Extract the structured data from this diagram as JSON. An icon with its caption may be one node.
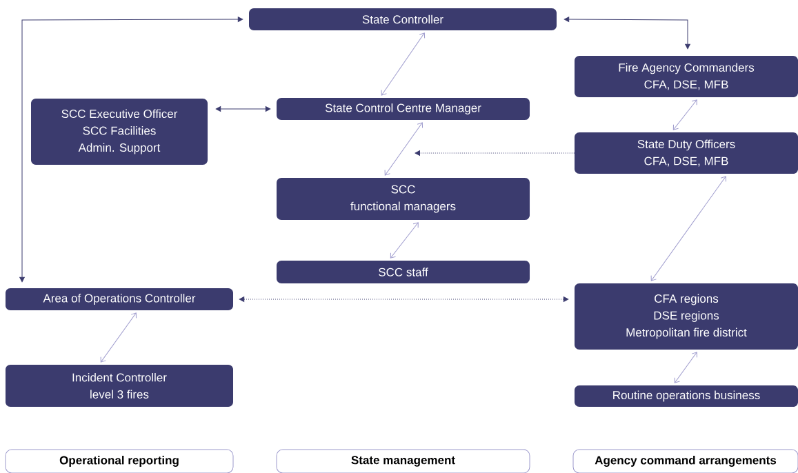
{
  "diagram": {
    "nodes": [
      {
        "text": [
          "State Controller"
        ]
      },
      {
        "text": [
          "SCC Executive Officer",
          "SCC Facilities",
          "Admin. Support"
        ]
      },
      {
        "text": [
          "State Control Centre Manager"
        ]
      },
      {
        "text": [
          "Fire Agency Commanders",
          "CFA, DSE, MFB"
        ]
      },
      {
        "text": [
          "State Duty Officers",
          "CFA, DSE, MFB"
        ]
      },
      {
        "text": [
          "SCC",
          "functional managers"
        ]
      },
      {
        "text": [
          "SCC staff"
        ]
      },
      {
        "text": [
          "Area of Operations Controller"
        ]
      },
      {
        "text": [
          "CFA regions",
          "DSE regions",
          "Metropolitan fire district"
        ]
      },
      {
        "text": [
          "Incident Controller",
          "level 3 fires"
        ]
      },
      {
        "text": [
          "Routine operations business"
        ]
      },
      {
        "text": [
          "Operational reporting"
        ]
      },
      {
        "text": [
          "State management"
        ]
      },
      {
        "text": [
          "Agency command arrangements"
        ]
      }
    ],
    "edges": [
      {
        "from": 0,
        "to": 7,
        "arrow": "both",
        "color": "#3b3b6e"
      },
      {
        "from": 0,
        "to": 3,
        "arrow": "both",
        "color": "#3b3b6e"
      },
      {
        "from": 0,
        "to": 2,
        "arrow": "both"
      },
      {
        "from": 1,
        "to": 2,
        "arrow": "both",
        "color": "#3b3b6e"
      },
      {
        "from": 2,
        "to": 5,
        "arrow": "both"
      },
      {
        "from": 4,
        "to": null,
        "arrow": "to",
        "style": "dashed",
        "color": "#3b3b6e"
      },
      {
        "from": 5,
        "to": 6,
        "arrow": "both"
      },
      {
        "from": 7,
        "to": 8,
        "arrow": "both",
        "style": "dashed",
        "color": "#3b3b6e"
      },
      {
        "from": 7,
        "to": 9,
        "arrow": "both"
      },
      {
        "from": 3,
        "to": 4,
        "arrow": "both"
      },
      {
        "from": 4,
        "to": 8,
        "arrow": "both"
      },
      {
        "from": 8,
        "to": 10,
        "arrow": "both"
      }
    ]
  }
}
